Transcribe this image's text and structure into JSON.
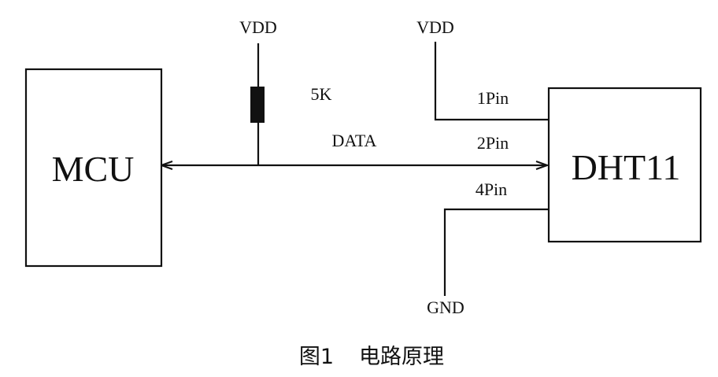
{
  "diagram": {
    "labels": {
      "vdd_left": "VDD",
      "vdd_right": "VDD",
      "resistor": "5K",
      "data_line": "DATA",
      "pin1": "1Pin",
      "pin2": "2Pin",
      "pin4": "4Pin",
      "gnd": "GND"
    },
    "blocks": {
      "mcu": "MCU",
      "sensor": "DHT11"
    },
    "caption": {
      "number": "图1",
      "text": "电路原理"
    },
    "colors": {
      "stroke": "#111111",
      "resistor_fill": "#111111",
      "background": "#ffffff"
    }
  }
}
